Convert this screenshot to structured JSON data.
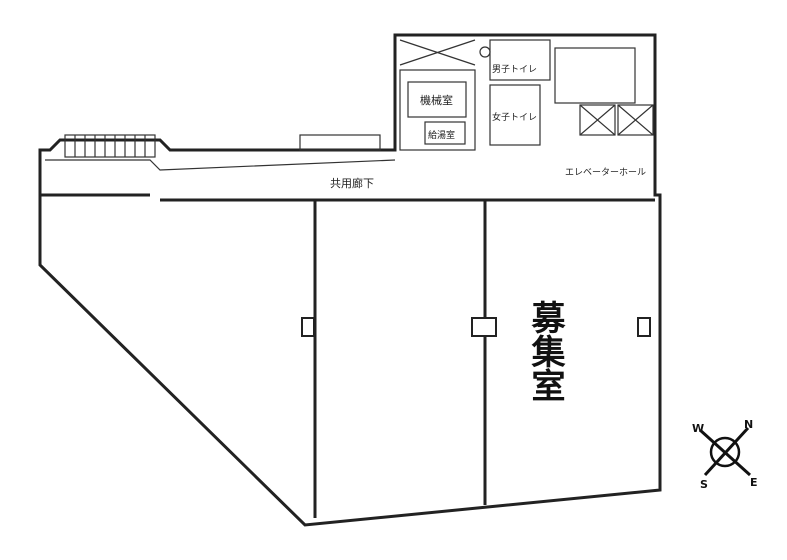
{
  "plan": {
    "vacant_room_label": "募集室",
    "corridor_label": "共用廊下",
    "elevator_hall_label": "エレベーターホール",
    "machine_room_label": "機械室",
    "kitchenette_label": "給湯室",
    "mens_toilet_label": "男子トイレ",
    "womens_toilet_label": "女子トイレ"
  },
  "compass": {
    "n": "N",
    "e": "E",
    "s": "S",
    "w": "W"
  }
}
